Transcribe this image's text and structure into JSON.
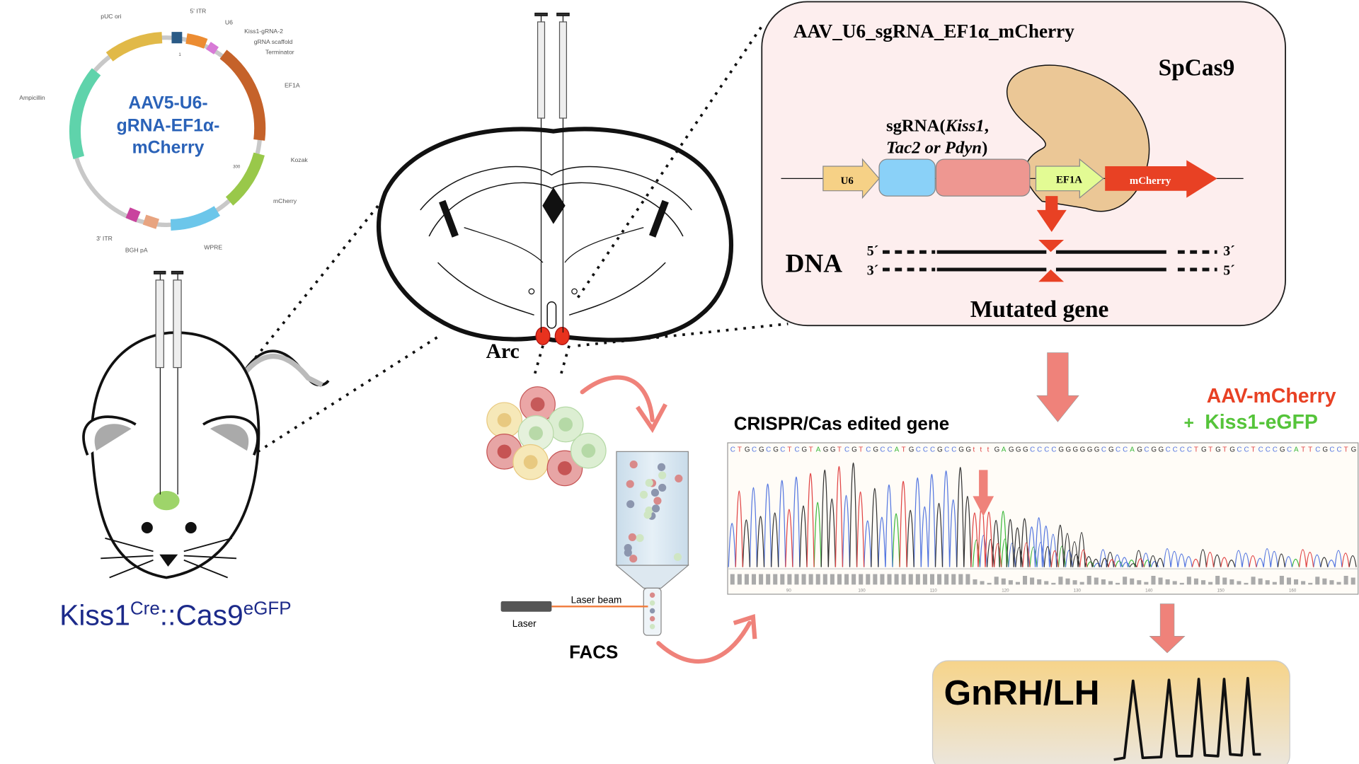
{
  "plasmid": {
    "title_lines": [
      "AAV5-U6-",
      "gRNA-EF1α-",
      "mCherry"
    ],
    "features": {
      "puc_ori": "pUC ori",
      "itr5": "5' ITR",
      "u6": "U6",
      "kiss1_grna": "Kiss1-gRNA-2",
      "scaffold": "gRNA scaffold",
      "terminator": "Terminator",
      "ef1a": "EF1A",
      "kozak": "Kozak",
      "mcherry": "mCherry",
      "wpre": "WPRE",
      "bgh": "BGH pA",
      "itr3": "3' ITR",
      "ampicillin": "Ampicillin"
    },
    "ticks": {
      "one": "1",
      "three_hundred": "300"
    },
    "title_color": "#2a62b8"
  },
  "mouse": {
    "label_main": "Kiss1",
    "label_sup1": "Cre",
    "label_mid": "::Cas9",
    "label_sup2": "eGFP",
    "label_color": "#1c2a8a"
  },
  "brain": {
    "region_label": "Arc"
  },
  "facs": {
    "label": "FACS",
    "laser_label": "Laser",
    "beam_label": "Laser beam"
  },
  "construct": {
    "title": "AAV_U6_sgRNA_EF1α_mCherry",
    "cas9": "SpCas9",
    "sgrna_prefix": "sgRNA(",
    "sgrna_gene1": "Kiss1",
    "sgrna_sep": ",",
    "sgrna_genes2": "Tac2 or Pdyn",
    "sgrna_suffix": ")",
    "u6": "U6",
    "ef1a": "EF1A",
    "mcherry": "mCherry",
    "dna": "DNA",
    "five_prime": "5´",
    "three_prime": "3´",
    "mutated": "Mutated gene",
    "box_color": "#fdeeee"
  },
  "sequencing": {
    "title": "CRISPR/Cas edited gene",
    "sequence": "CTGCGCGCTCGTAGGTCGTCGCCATGCCCGCCGGtttGAGGGCCCCGGGGGGCGCCAGCGGCCCCTGTGTGCCTCCCGCATTCGCCTG",
    "axis_ticks": [
      "90",
      "100",
      "110",
      "120",
      "130",
      "140",
      "150",
      "160"
    ],
    "legend_red": "AAV-mCherry",
    "legend_plus": "+",
    "legend_green": "Kiss1-eGFP",
    "base_colors": {
      "A": "#3cb83c",
      "C": "#5577e0",
      "G": "#333333",
      "T": "#e04444"
    }
  },
  "outcome": {
    "label": "GnRH/LH"
  },
  "arrow_color": "#ef827a"
}
